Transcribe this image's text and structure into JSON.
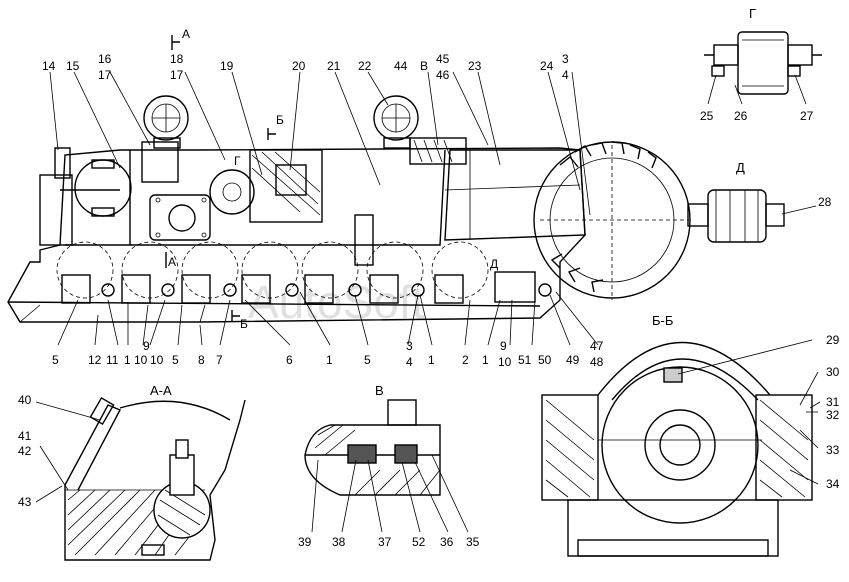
{
  "watermark": "AutoSoft",
  "views": {
    "section_a": "А-А",
    "view_b": "В",
    "section_bb": "Б-Б",
    "view_g": "Г",
    "view_d": "Д"
  },
  "section_marks": {
    "a_top": "А",
    "a_bottom": "А",
    "b_top": "Б",
    "b_bottom": "Б",
    "g_mark": "Г",
    "d_mark": "Д",
    "v_mark": "В"
  },
  "labels": {
    "n14": "14",
    "n15": "15",
    "n16": "16",
    "n17a": "17",
    "n18": "18",
    "n17b": "17",
    "n19": "19",
    "n20": "20",
    "n21": "21",
    "n22": "22",
    "n44": "44",
    "n45": "45",
    "n46": "46",
    "n23": "23",
    "n24": "24",
    "n3a": "3",
    "n4a": "4",
    "n25": "25",
    "n26": "26",
    "n27": "27",
    "n28": "28",
    "b5a": "5",
    "b12": "12",
    "b11": "11",
    "b1a": "1",
    "b10a": "10",
    "b9a": "9",
    "b10b": "10",
    "b5b": "5",
    "b8": "8",
    "b7": "7",
    "b6": "6",
    "b1b": "1",
    "b5c": "5",
    "b3b": "3",
    "b4b": "4",
    "b1c": "1",
    "b2": "2",
    "b1d": "1",
    "b9b": "9",
    "b10c": "10",
    "b51": "51",
    "b50": "50",
    "b49": "49",
    "b47": "47",
    "b48": "48",
    "n40": "40",
    "n41": "41",
    "n42": "42",
    "n43": "43",
    "n39": "39",
    "n38": "38",
    "n37": "37",
    "n52": "52",
    "n36": "36",
    "n35": "35",
    "n29": "29",
    "n30": "30",
    "n31": "31",
    "n32": "32",
    "n33": "33",
    "n34": "34"
  }
}
